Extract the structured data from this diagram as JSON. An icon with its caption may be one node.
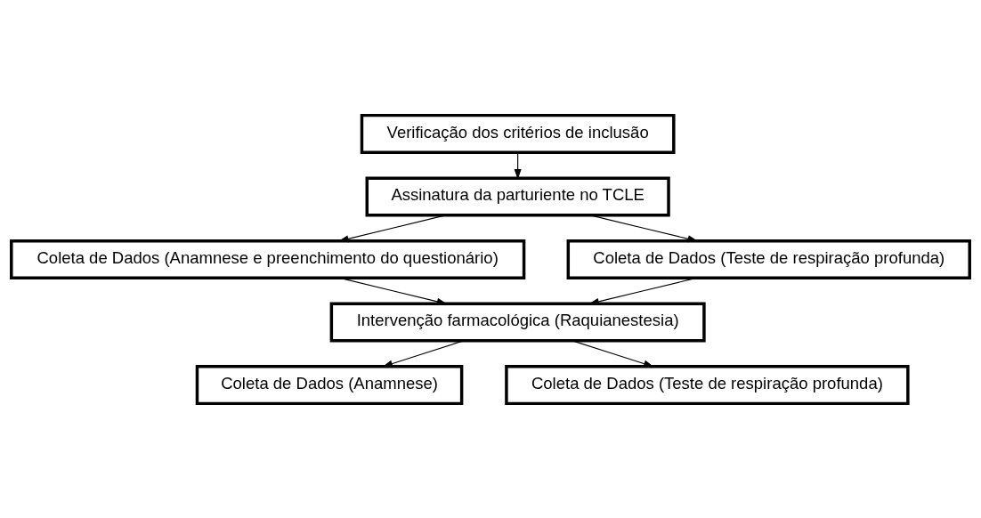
{
  "diagram": {
    "nodes": [
      {
        "text": [
          "Verificação dos critérios de inclusão"
        ]
      },
      {
        "text": [
          "Assinatura da parturiente no TCLE"
        ]
      },
      {
        "text": [
          "Coleta de Dados (Anamnese e preenchimento do questionário)"
        ]
      },
      {
        "text": [
          "Coleta de Dados (Teste de respiração profunda)"
        ]
      },
      {
        "text": [
          "Intervenção farmacológica (Raquianestesia)"
        ]
      },
      {
        "text": [
          "Coleta de Dados (Anamnese)"
        ]
      },
      {
        "text": [
          "Coleta de Dados (Teste de respiração profunda)"
        ]
      }
    ],
    "edges": [
      {
        "from": 0,
        "to": 1,
        "arrow": "to"
      },
      {
        "from": 1,
        "to": 2,
        "arrow": "to"
      },
      {
        "from": 1,
        "to": 3,
        "arrow": "to"
      },
      {
        "from": 2,
        "to": 4,
        "arrow": "to"
      },
      {
        "from": 3,
        "to": 4,
        "arrow": "to"
      },
      {
        "from": 4,
        "to": 5,
        "arrow": "to"
      },
      {
        "from": 4,
        "to": 6,
        "arrow": "to"
      }
    ]
  }
}
